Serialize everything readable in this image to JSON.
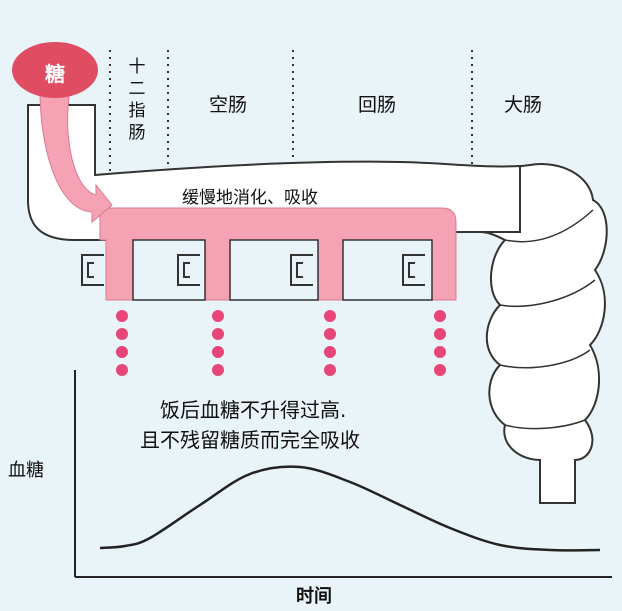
{
  "sugar_label": "糖",
  "segments": {
    "duodenum": "十二指肠",
    "jejunum": "空肠",
    "ileum": "回肠",
    "large_intestine": "大肠"
  },
  "digest_label": "缓慢地消化、吸收",
  "caption": {
    "line1": "饭后血糖不升得过高.",
    "line2": "且不残留糖质而完全吸收"
  },
  "chart_data": {
    "type": "line",
    "title": "",
    "xlabel": "时间",
    "ylabel": "血糖",
    "grid": false,
    "series": [
      {
        "x": [
          0,
          0.05,
          0.1,
          0.2,
          0.3,
          0.4,
          0.5,
          0.6,
          0.7,
          0.8,
          0.9,
          1.0
        ],
        "values": [
          0.12,
          0.14,
          0.22,
          0.55,
          0.86,
          0.93,
          0.78,
          0.55,
          0.32,
          0.15,
          0.1,
          0.1
        ]
      }
    ]
  },
  "colors": {
    "background": "#e8f4f8",
    "sugar": "#e04d63",
    "pink": "#f5a3b4",
    "dot": "#e8457a",
    "outline": "#333333"
  }
}
